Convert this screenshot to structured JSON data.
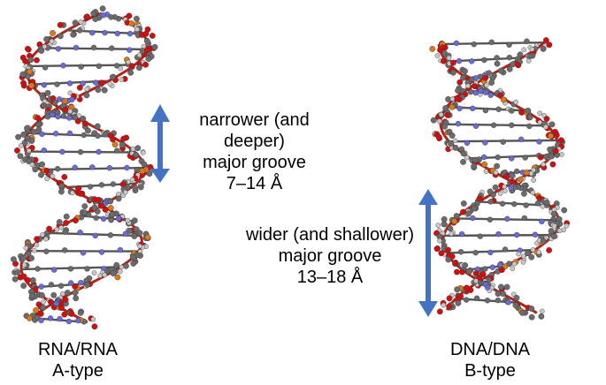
{
  "molecules": [
    {
      "name_line1": "RNA/RNA",
      "name_line2": "A-type",
      "groove_line1": "narrower (and deeper)",
      "groove_line2": "major groove",
      "groove_line3": "7–14 Å"
    },
    {
      "name_line1": "DNA/DNA",
      "name_line2": "B-type",
      "groove_line1": "wider (and shallower)",
      "groove_line2": "major groove",
      "groove_line3": "13–18 Å"
    }
  ],
  "colors": {
    "arrow": "#4472C4",
    "carbon": "#6b6b6b",
    "hydrogen": "#c8c8c8",
    "oxygen": "#d01010",
    "nitrogen": "#6a6ad8",
    "phosphorus": "#d97a1a",
    "backbone": "#b0231a"
  }
}
